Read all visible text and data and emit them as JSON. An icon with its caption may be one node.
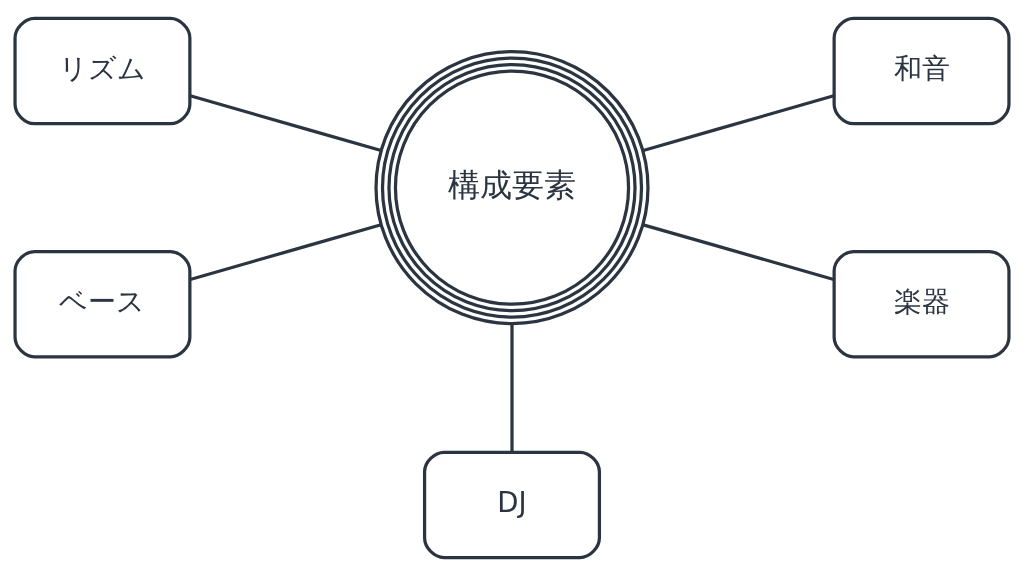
{
  "diagram": {
    "nodes": [
      {
        "text": [
          "構成要素"
        ]
      },
      {
        "text": [
          "リズム"
        ]
      },
      {
        "text": [
          "和音"
        ]
      },
      {
        "text": [
          "ベース"
        ]
      },
      {
        "text": [
          "楽器"
        ]
      },
      {
        "text": [
          "DJ"
        ]
      }
    ],
    "edges": [
      {
        "from": 0,
        "to": 1,
        "arrow": "none"
      },
      {
        "from": 0,
        "to": 2,
        "arrow": "none"
      },
      {
        "from": 0,
        "to": 3,
        "arrow": "none"
      },
      {
        "from": 0,
        "to": 4,
        "arrow": "none"
      },
      {
        "from": 0,
        "to": 5,
        "arrow": "none"
      }
    ]
  }
}
